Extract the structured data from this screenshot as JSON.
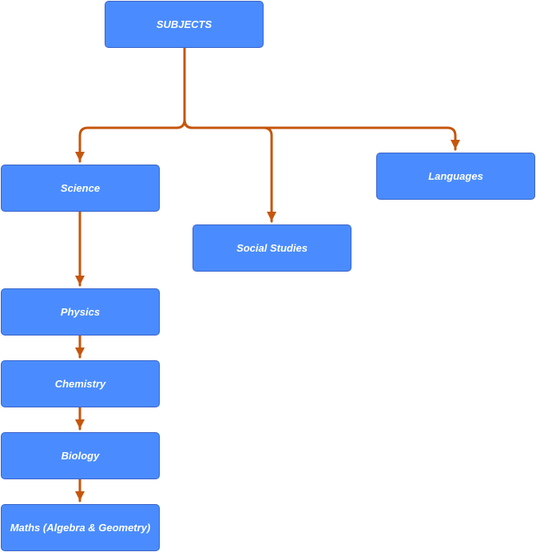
{
  "colors": {
    "node_fill": "#4a8cff",
    "node_border": "#3a63c8",
    "node_text": "#ffffff",
    "connector": "#c5560c"
  },
  "nodes": {
    "root": "SUBJECTS",
    "science": "Science",
    "social_studies": "Social Studies",
    "languages": "Languages",
    "physics": "Physics",
    "chemistry": "Chemistry",
    "biology": "Biology",
    "maths": "Maths (Algebra & Geometry)"
  },
  "edges": [
    {
      "from": "root",
      "to": "science"
    },
    {
      "from": "root",
      "to": "social_studies"
    },
    {
      "from": "root",
      "to": "languages"
    },
    {
      "from": "science",
      "to": "physics"
    },
    {
      "from": "physics",
      "to": "chemistry"
    },
    {
      "from": "chemistry",
      "to": "biology"
    },
    {
      "from": "biology",
      "to": "maths"
    }
  ]
}
